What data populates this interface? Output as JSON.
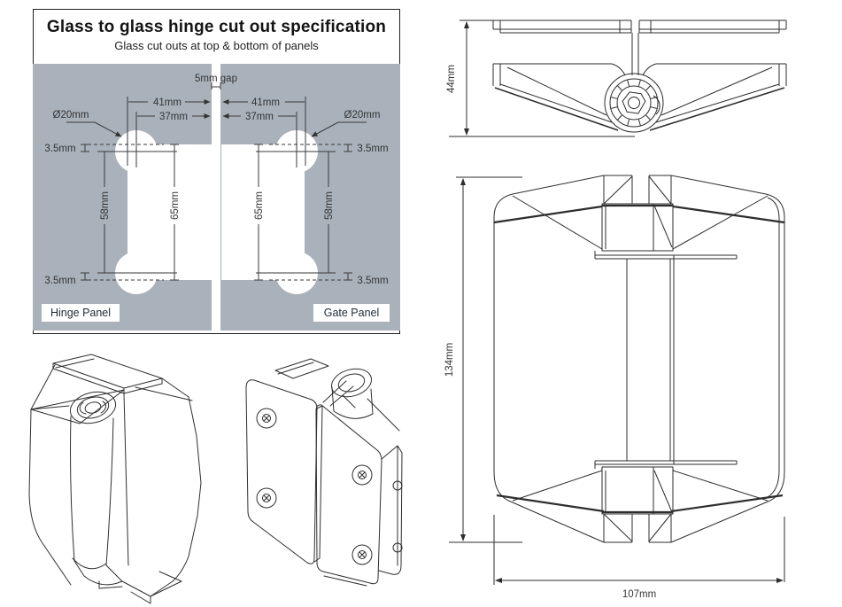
{
  "colors": {
    "panel_gray": "#a9b2bb",
    "line": "#333333",
    "label_text": "#1f2a36"
  },
  "spec_box": {
    "title": "Glass to glass hinge cut out specification",
    "subtitle": "Glass cut outs at top & bottom of panels",
    "gap_label": "5mm gap",
    "panel_left_label": "Hinge Panel",
    "panel_right_label": "Gate Panel",
    "dims": {
      "width_outer": "41mm",
      "width_inner": "37mm",
      "hole_dia": "Ø20mm",
      "edge_offset": "3.5mm",
      "hole_spacing": "58mm",
      "cutout_height": "65mm"
    }
  },
  "views": {
    "top_view": {
      "depth_dim": "44mm"
    },
    "front_view": {
      "height_dim": "134mm",
      "width_dim": "107mm"
    }
  }
}
